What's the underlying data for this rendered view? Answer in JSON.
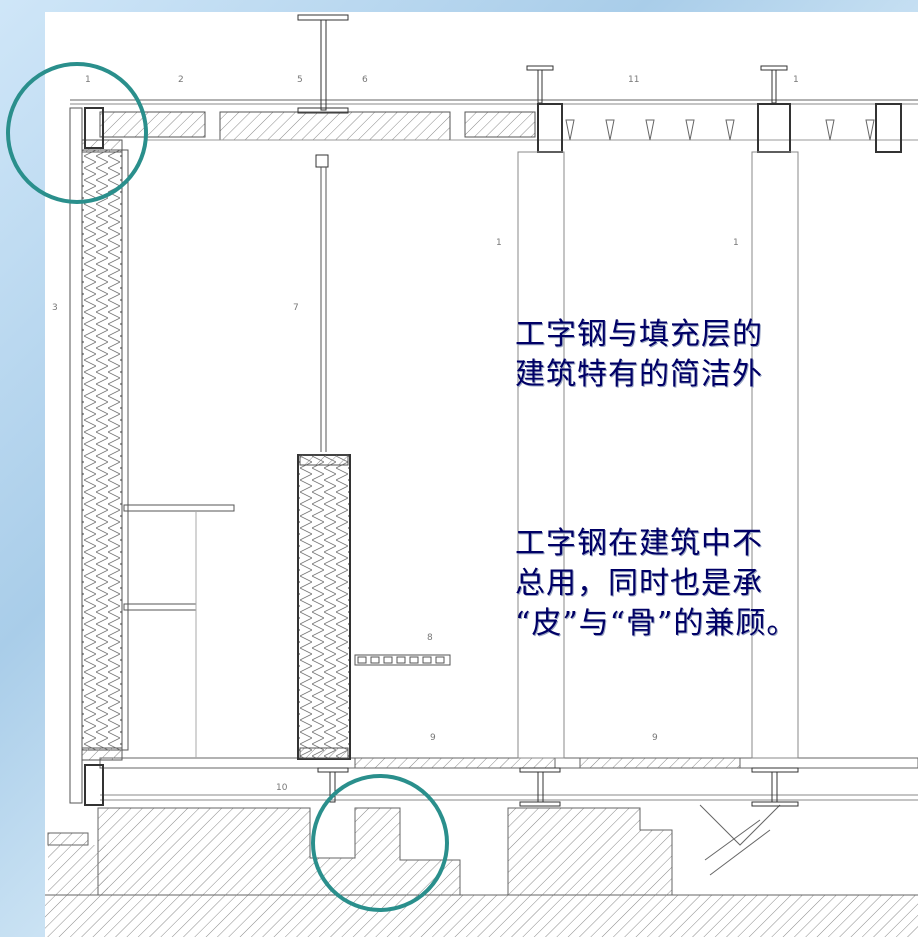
{
  "callouts": {
    "c1": "1",
    "c2": "2",
    "c3": "3",
    "c5": "5",
    "c6": "6",
    "c7": "7",
    "c8": "8",
    "c9a": "9",
    "c9b": "9",
    "c10": "10",
    "c11": "11",
    "c1b": "1",
    "c1c": "1",
    "c1d": "1"
  },
  "caption_1": {
    "line_1": "工字钢与填充层的",
    "line_2": "建筑特有的简洁外"
  },
  "caption_2": {
    "line_1": "工字钢在建筑中不",
    "line_2": "总用，同时也是承",
    "line_3": "“皮”与“骨”的兼顾。"
  },
  "colors": {
    "caption_text": "#000066",
    "highlight_circle": "#2a8f8c",
    "background": "#b6d6ee"
  }
}
